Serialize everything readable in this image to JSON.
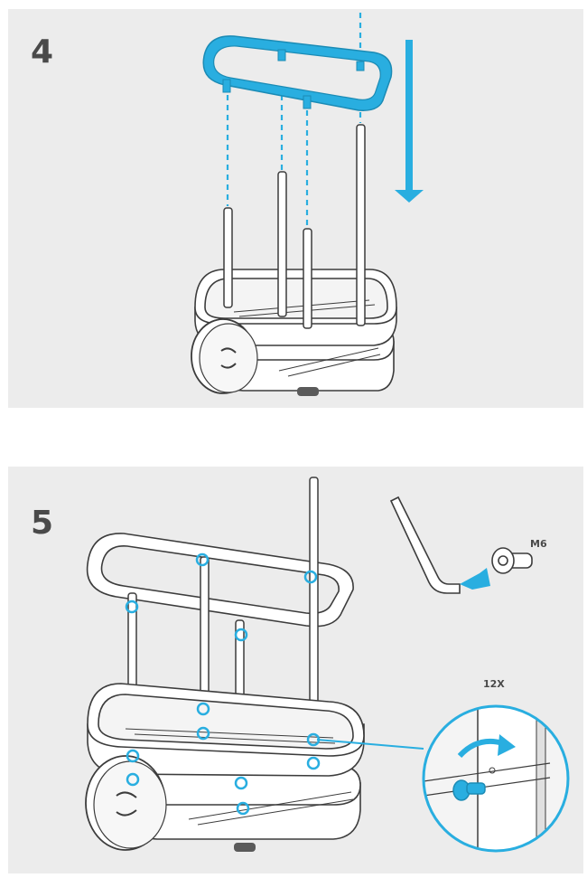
{
  "steps": [
    {
      "number": "4"
    },
    {
      "number": "5",
      "screw_label": "M6",
      "quantity_label": "12X"
    }
  ],
  "colors": {
    "accent": "#29aee0",
    "background": "#ececec",
    "outline": "#3c3c3c",
    "step_number": "#4a4a4a"
  }
}
